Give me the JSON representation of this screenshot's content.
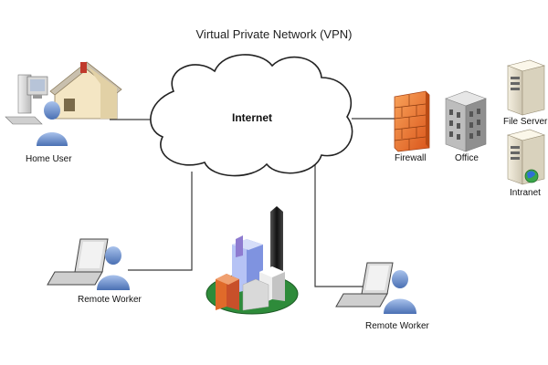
{
  "title": "Virtual Private Network (VPN)",
  "cloud_label": "Internet",
  "nodes": {
    "home_user": "Home User",
    "remote_worker_left": "Remote Worker",
    "remote_worker_right": "Remote Worker",
    "firewall": "Firewall",
    "office": "Office",
    "file_server": "File Server",
    "intranet": "Intranet"
  },
  "icons": {
    "home_user": [
      "desktop-computer-icon",
      "house-icon",
      "user-icon"
    ],
    "remote_worker": [
      "laptop-icon",
      "user-icon"
    ],
    "headquarters": "city-buildings-icon",
    "firewall": "firewall-icon",
    "office": "office-building-icon",
    "servers": "server-icon"
  },
  "colors": {
    "line": "#3a3a3a",
    "cloud_stroke": "#222222",
    "user_blue": "#6b8fcb",
    "firewall_orange": "#f07a25",
    "building_blue": "#7f93e0",
    "grass_green": "#2e8b3a",
    "globe_green": "#3aa64a"
  }
}
